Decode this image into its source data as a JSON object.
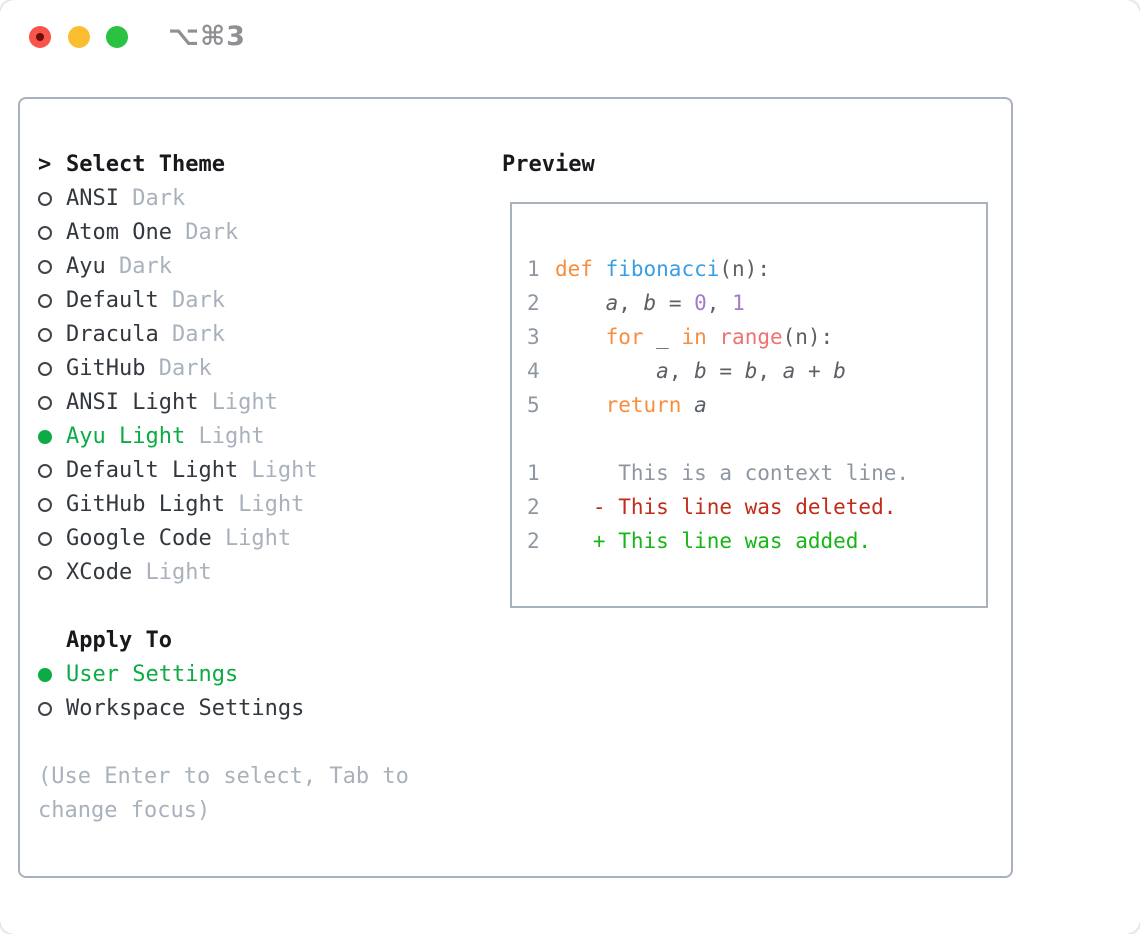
{
  "window": {
    "title": "⌥⌘3"
  },
  "theme_picker": {
    "prompt": ">",
    "title": "Select Theme",
    "themes": [
      {
        "name": "ANSI",
        "variant": "Dark",
        "selected": false
      },
      {
        "name": "Atom One",
        "variant": "Dark",
        "selected": false
      },
      {
        "name": "Ayu",
        "variant": "Dark",
        "selected": false
      },
      {
        "name": "Default",
        "variant": "Dark",
        "selected": false
      },
      {
        "name": "Dracula",
        "variant": "Dark",
        "selected": false
      },
      {
        "name": "GitHub",
        "variant": "Dark",
        "selected": false
      },
      {
        "name": "ANSI Light",
        "variant": "Light",
        "selected": false
      },
      {
        "name": "Ayu Light",
        "variant": "Light",
        "selected": true
      },
      {
        "name": "Default Light",
        "variant": "Light",
        "selected": false
      },
      {
        "name": "GitHub Light",
        "variant": "Light",
        "selected": false
      },
      {
        "name": "Google Code",
        "variant": "Light",
        "selected": false
      },
      {
        "name": "XCode",
        "variant": "Light",
        "selected": false
      }
    ],
    "apply_to": {
      "title": "Apply To",
      "options": [
        {
          "name": "User Settings",
          "selected": true
        },
        {
          "name": "Workspace Settings",
          "selected": false
        }
      ]
    },
    "hint": "(Use Enter to select, Tab to change focus)"
  },
  "preview": {
    "title": "Preview",
    "code_lines": [
      {
        "num": "1",
        "segments": [
          [
            "kw",
            "def"
          ],
          [
            "pl",
            " "
          ],
          [
            "fn",
            "fibonacci"
          ],
          [
            "pl",
            "(n):"
          ]
        ]
      },
      {
        "num": "2",
        "segments": [
          [
            "pl",
            "    "
          ],
          [
            "var",
            "a"
          ],
          [
            "pl",
            ", "
          ],
          [
            "var",
            "b"
          ],
          [
            "pl",
            " = "
          ],
          [
            "lit",
            "0"
          ],
          [
            "pl",
            ", "
          ],
          [
            "lit",
            "1"
          ]
        ]
      },
      {
        "num": "3",
        "segments": [
          [
            "pl",
            "    "
          ],
          [
            "kw",
            "for"
          ],
          [
            "pl",
            " _ "
          ],
          [
            "kw",
            "in"
          ],
          [
            "pl",
            " "
          ],
          [
            "bi",
            "range"
          ],
          [
            "pl",
            "(n):"
          ]
        ]
      },
      {
        "num": "4",
        "segments": [
          [
            "pl",
            "        "
          ],
          [
            "var",
            "a"
          ],
          [
            "pl",
            ", "
          ],
          [
            "var",
            "b"
          ],
          [
            "pl",
            " = "
          ],
          [
            "var",
            "b"
          ],
          [
            "pl",
            ", "
          ],
          [
            "var",
            "a"
          ],
          [
            "pl",
            " + "
          ],
          [
            "var",
            "b"
          ]
        ]
      },
      {
        "num": "5",
        "segments": [
          [
            "pl",
            "    "
          ],
          [
            "kw",
            "return"
          ],
          [
            "pl",
            " "
          ],
          [
            "var",
            "a"
          ]
        ]
      },
      {
        "num": "",
        "segments": []
      },
      {
        "num": "1",
        "segments": [
          [
            "ctx",
            "     This is a context line."
          ]
        ]
      },
      {
        "num": "2",
        "segments": [
          [
            "del",
            "   - This line was deleted."
          ]
        ]
      },
      {
        "num": "2",
        "segments": [
          [
            "add",
            "   + This line was added."
          ]
        ]
      }
    ]
  },
  "colors": {
    "selection_green": "#0dab45",
    "diff_added_green": "#16b616",
    "diff_deleted_red": "#c22b1a",
    "keyword_orange": "#f98d3e",
    "function_blue": "#3a9ee6",
    "builtin_coral": "#f07171",
    "literal_purple": "#a37acc",
    "code_text": "#5b6066",
    "muted_gray": "#a9b2bc",
    "line_number_gray": "#8e97a1",
    "border_gray": "#a9b2bc",
    "traffic_red": "#f8544c",
    "traffic_yellow": "#fcbe31",
    "traffic_green": "#2bc241"
  }
}
